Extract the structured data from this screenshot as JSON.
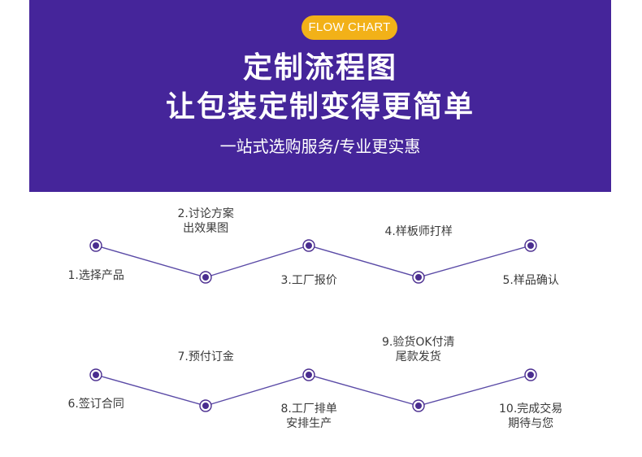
{
  "banner": {
    "badge": "FLOW CHART",
    "title_line1": "定制流程图",
    "title_line2": "让包装定制变得更简单",
    "subtitle": "一站式选购服务/专业更实惠"
  },
  "colors": {
    "banner_bg": "#45259a",
    "badge_bg": "#f2b118",
    "line": "#5a4aa6",
    "node": "#4a2d8f"
  },
  "flow": {
    "row1": [
      {
        "lines": [
          "1.选择产品"
        ]
      },
      {
        "lines": [
          "2.讨论方案",
          "出效果图"
        ]
      },
      {
        "lines": [
          "3.工厂报价"
        ]
      },
      {
        "lines": [
          "4.样板师打样"
        ]
      },
      {
        "lines": [
          "5.样品确认"
        ]
      }
    ],
    "row2": [
      {
        "lines": [
          "6.签订合同"
        ]
      },
      {
        "lines": [
          "7.预付订金"
        ]
      },
      {
        "lines": [
          "8.工厂排单",
          "安排生产"
        ]
      },
      {
        "lines": [
          "9.验货OK付清",
          "尾款发货"
        ]
      },
      {
        "lines": [
          "10.完成交易",
          "期待与您"
        ]
      }
    ]
  }
}
